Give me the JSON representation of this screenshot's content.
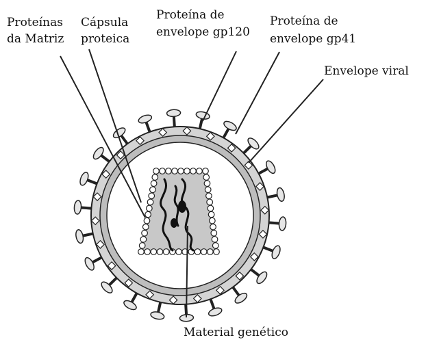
{
  "diagram": {
    "labels": {
      "matrix": [
        "Proteínas",
        "da Matriz"
      ],
      "capsid": [
        "Cápsula",
        "proteica"
      ],
      "gp120": [
        "Proteína de",
        "envelope gp120"
      ],
      "gp41": [
        "Proteína de",
        "envelope gp41"
      ],
      "envelope": [
        "Envelope viral"
      ],
      "genetic": [
        "Material genético"
      ]
    },
    "colors": {
      "ink": "#111111",
      "line": "#222222",
      "matrix_fill": "#bdbdbd",
      "inner_fill": "#ffffff",
      "core_fill": "#c8c8c8",
      "spike_fill": "#e6e6e6"
    }
  }
}
